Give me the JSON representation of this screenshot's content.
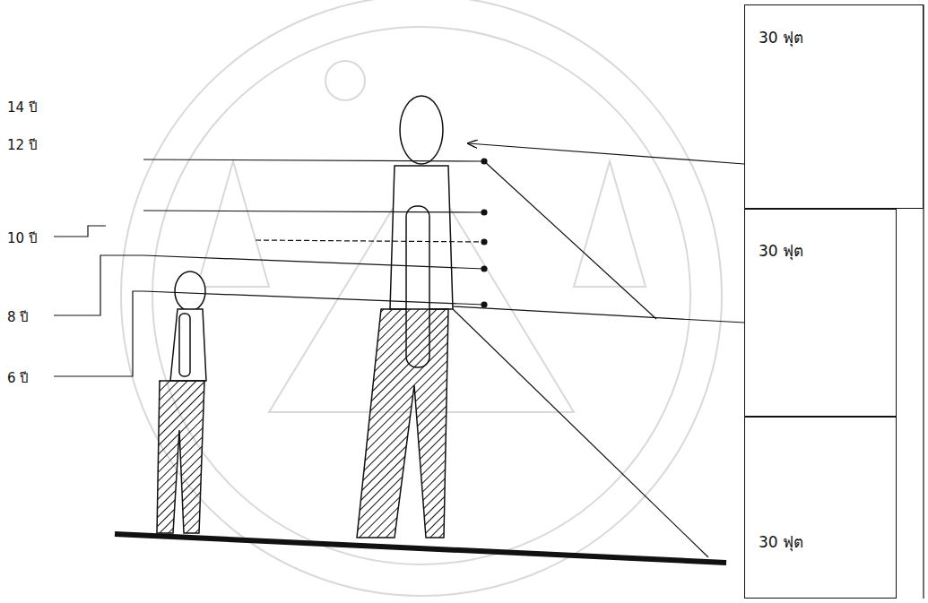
{
  "diagram": {
    "nodes": [
      {
        "text": [
          "30 ฟุต"
        ]
      },
      {
        "text": [
          "30 ฟุต"
        ]
      },
      {
        "text": [
          "30 ฟุต"
        ]
      }
    ],
    "labels": [
      "14 ปี",
      "12 ปี",
      "10 ปี",
      "8 ปี",
      "6 ปี"
    ]
  }
}
